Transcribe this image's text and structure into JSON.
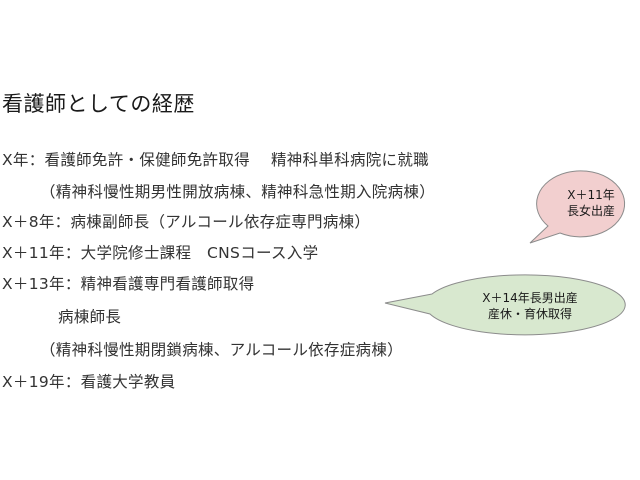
{
  "slide": {
    "title": "看護師としての経歴",
    "lines": [
      "X年：看護師免許・保健師免許取得　 精神科単科病院に就職",
      "（精神科慢性期男性開放病棟、精神科急性期入院病棟）",
      "X＋8年：病棟副師長（アルコール依存症専門病棟）",
      "X＋11年：大学院修士課程　CNSコース入学",
      "X＋13年：精神看護専門看護師取得",
      "病棟師長",
      "（精神科慢性期閉鎖病棟、アルコール依存症病棟）",
      "X＋19年：看護大学教員"
    ]
  },
  "callouts": [
    {
      "lines": [
        "X＋11年",
        "長女出産"
      ],
      "fill": "#f2cfcf",
      "stroke": "#8c8c8c"
    },
    {
      "lines": [
        "X＋14年長男出産",
        "産休・育休取得"
      ],
      "fill": "#d8e8cf",
      "stroke": "#8c8c8c"
    }
  ]
}
